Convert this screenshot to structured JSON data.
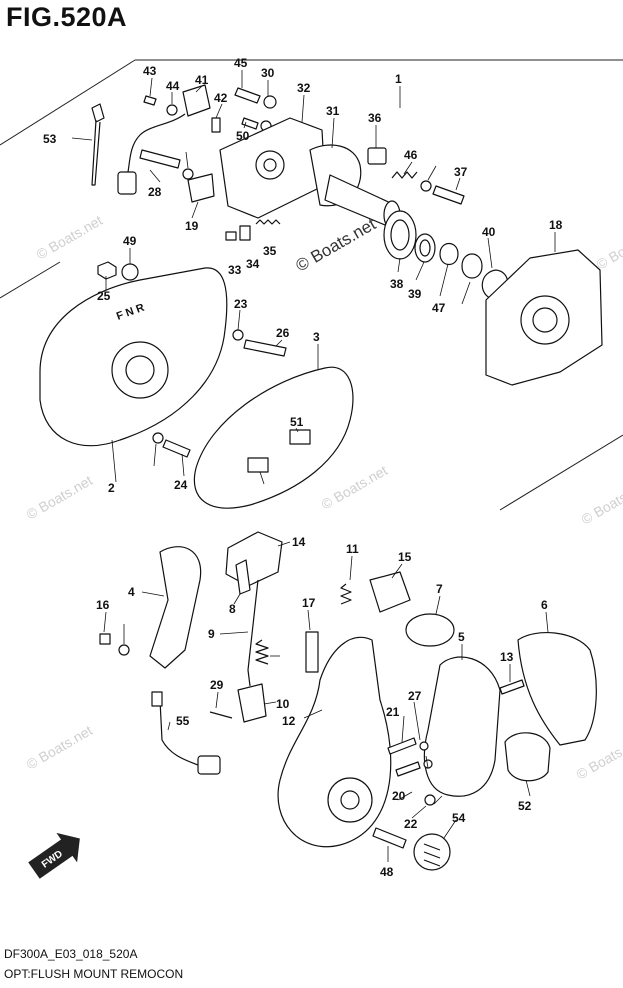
{
  "figure": {
    "title": "FIG.520A",
    "code": "DF300A_E03_018_520A",
    "description": "OPT:FLUSH MOUNT REMOCON"
  },
  "watermark": {
    "text": "© Boats.net"
  },
  "fwd_label": "FWD",
  "lever_marks": "F N R",
  "callouts": [
    "1",
    "2",
    "3",
    "4",
    "5",
    "6",
    "7",
    "8",
    "9",
    "10",
    "11",
    "12",
    "13",
    "14",
    "15",
    "16",
    "17",
    "18",
    "19",
    "20",
    "21",
    "22",
    "23",
    "24",
    "25",
    "26",
    "27",
    "28",
    "29",
    "30",
    "31",
    "32",
    "33",
    "34",
    "35",
    "36",
    "37",
    "38",
    "39",
    "40",
    "41",
    "42",
    "43",
    "44",
    "45",
    "46",
    "47",
    "48",
    "49",
    "50",
    "51",
    "52",
    "53",
    "54",
    "55"
  ]
}
